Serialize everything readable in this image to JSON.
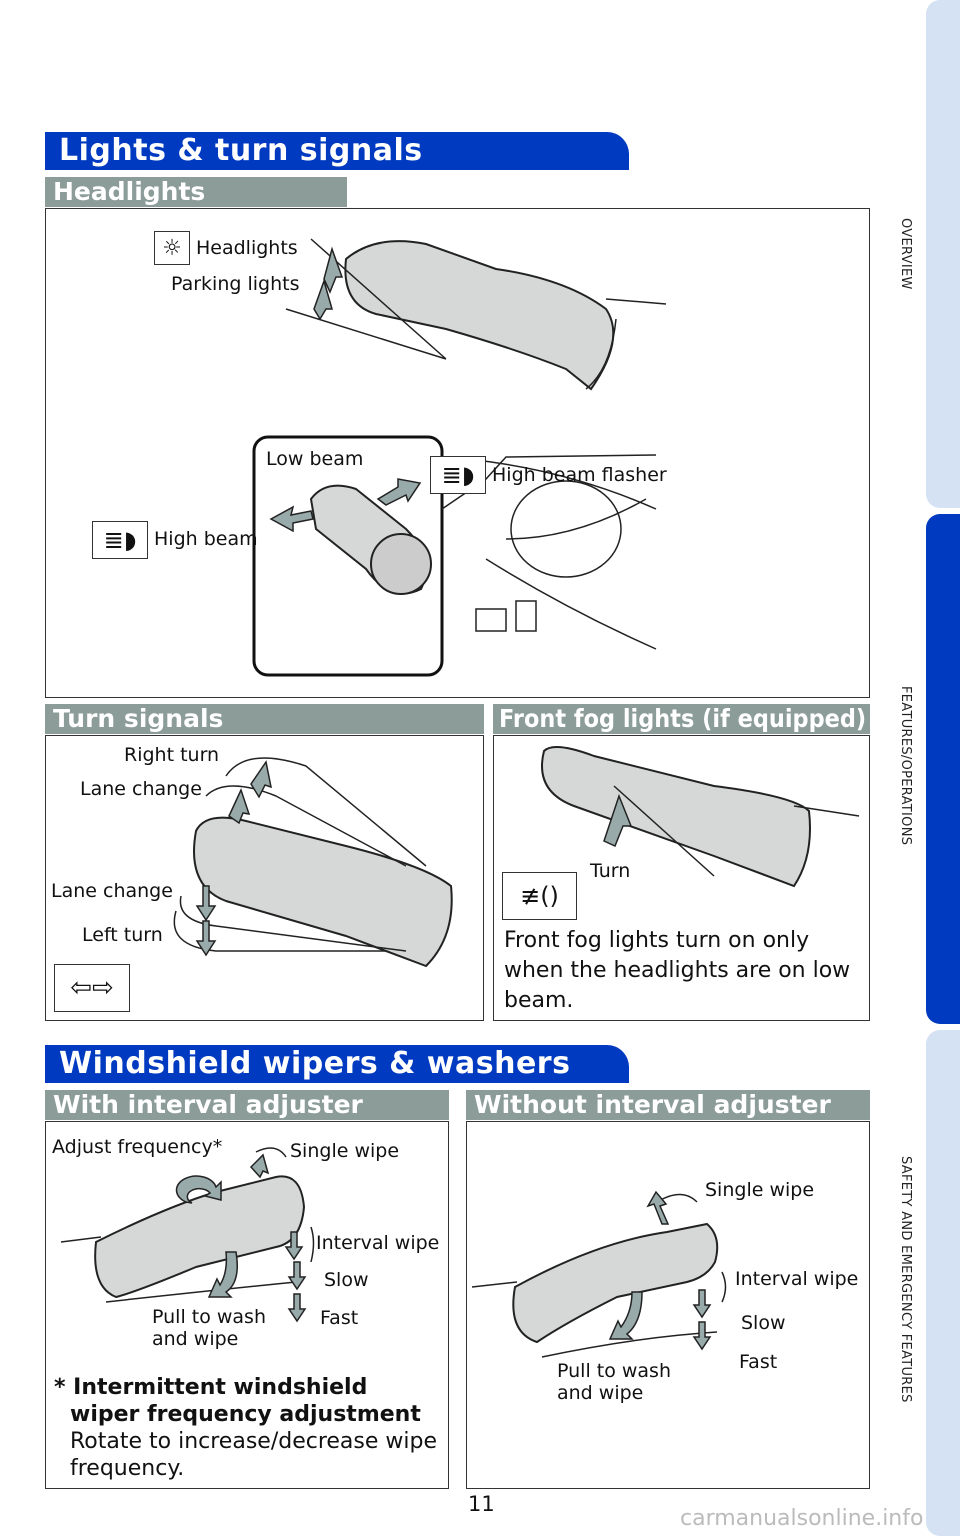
{
  "side_tabs": [
    {
      "label": "OVERVIEW",
      "active": false
    },
    {
      "label": "FEATURES/OPERATIONS",
      "active": true
    },
    {
      "label": "SAFETY AND EMERGENCY FEATURES",
      "active": false
    }
  ],
  "colors": {
    "blue": "#003ac0",
    "gray": "#8c9c99",
    "tab_light": "#d4e2f4"
  },
  "lights": {
    "title": "Lights & turn signals",
    "headlights": {
      "title": "Headlights",
      "headlights_label": "Headlights",
      "parking_label": "Parking lights",
      "low_beam": "Low beam",
      "high_beam": "High beam",
      "flasher": "High beam flasher"
    },
    "turn": {
      "title": "Turn signals",
      "right_turn": "Right turn",
      "lane_change_up": "Lane change",
      "lane_change_down": "Lane change",
      "left_turn": "Left turn"
    },
    "fog": {
      "title": "Front fog lights (if equipped)",
      "turn": "Turn",
      "note": "Front fog lights turn on only when the headlights are on low beam."
    }
  },
  "wipers": {
    "title": "Windshield wipers & washers",
    "with": {
      "title": "With interval adjuster",
      "adjust": "Adjust frequency*",
      "single": "Single wipe",
      "interval": "Interval wipe",
      "slow": "Slow",
      "fast": "Fast",
      "wash": "Pull to wash\nand wipe",
      "note_title": "* Intermittent windshield wiper frequency adjustment",
      "note_body": "Rotate to increase/decrease wipe frequency."
    },
    "without": {
      "title": "Without interval adjuster",
      "single": "Single wipe",
      "interval": "Interval wipe",
      "slow": "Slow",
      "fast": "Fast",
      "wash": "Pull to wash\nand wipe"
    }
  },
  "page_number": "11",
  "watermark": "carmanualsonline.info"
}
